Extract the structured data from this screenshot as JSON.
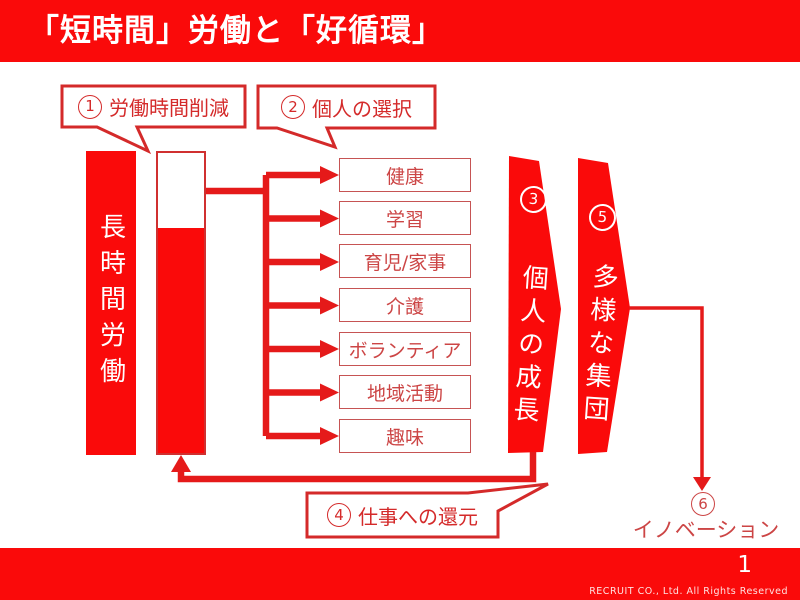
{
  "colors": {
    "red_primary": "#fa0a0a",
    "red_line": "#e51a1a",
    "red_callout": "#d42a2a",
    "red_box_border": "#c65353",
    "red_text": "#cc4545",
    "white": "#ffffff"
  },
  "header": {
    "title": "「短時間」労働と「好循環」"
  },
  "callouts": {
    "reduce_hours": {
      "num": "1",
      "label": "労働時間削減"
    },
    "personal_choice": {
      "num": "2",
      "label": "個人の選択"
    },
    "return_to_work": {
      "num": "4",
      "label": "仕事への還元"
    }
  },
  "bars": {
    "long_hours_label": "長時間労働"
  },
  "activities": [
    "健康",
    "学習",
    "育児/家事",
    "介護",
    "ボランティア",
    "地域活動",
    "趣味"
  ],
  "growth": {
    "num": "3",
    "label": "個人の成長"
  },
  "groups": {
    "num": "5",
    "label": "多様な集団"
  },
  "innovation": {
    "num": "6",
    "label": "イノベーション"
  },
  "footer": {
    "page_number": "1",
    "copyright": "RECRUIT CO., Ltd. All Rights Reserved"
  }
}
